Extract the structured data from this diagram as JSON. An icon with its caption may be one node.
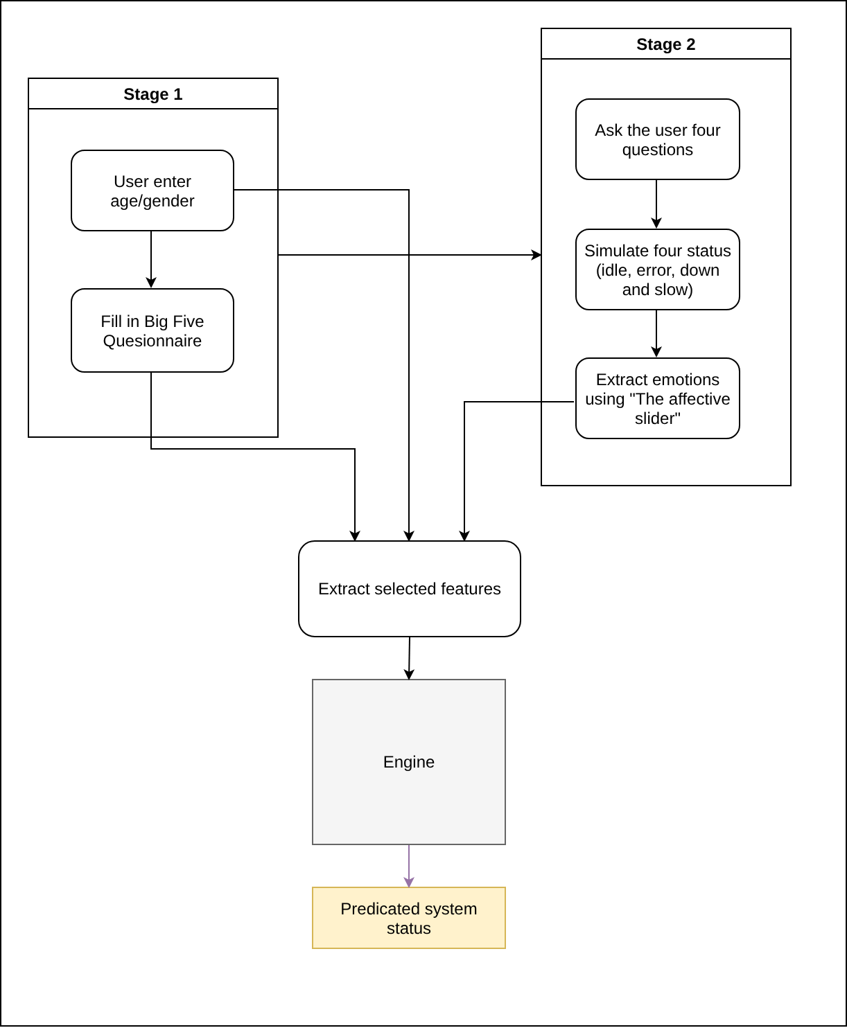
{
  "diagram": {
    "nodes": [
      {
        "text": [
          "Stage 1"
        ]
      },
      {
        "text": [
          "User enter age/gender"
        ],
        "in": 0
      },
      {
        "text": [
          "Fill in Big Five Quesionnaire"
        ],
        "in": 0
      },
      {
        "text": [
          "Stage 2"
        ]
      },
      {
        "text": [
          "Ask the user four questions"
        ],
        "in": 3
      },
      {
        "text": [
          "Simulate four status (idle, error, down and slow)"
        ],
        "in": 3
      },
      {
        "text": [
          "Extract emotions using \"The affective slider\""
        ],
        "in": 3
      },
      {
        "text": [
          "Extract selected features"
        ]
      },
      {
        "text": [
          "Engine"
        ]
      },
      {
        "text": [
          "Predicated system status"
        ]
      }
    ],
    "edges": [
      {
        "from": 1,
        "to": 2,
        "arrow": "to"
      },
      {
        "from": 0,
        "to": 3,
        "arrow": "to"
      },
      {
        "from": 4,
        "to": 5,
        "arrow": "to"
      },
      {
        "from": 5,
        "to": 6,
        "arrow": "to"
      },
      {
        "from": 2,
        "to": 7,
        "arrow": "to"
      },
      {
        "from": 1,
        "to": 7,
        "arrow": "to"
      },
      {
        "from": 6,
        "to": 7,
        "arrow": "to"
      },
      {
        "from": 7,
        "to": 8,
        "arrow": "to"
      },
      {
        "from": 8,
        "to": 9,
        "arrow": "to",
        "color": "#9673a6"
      }
    ]
  }
}
